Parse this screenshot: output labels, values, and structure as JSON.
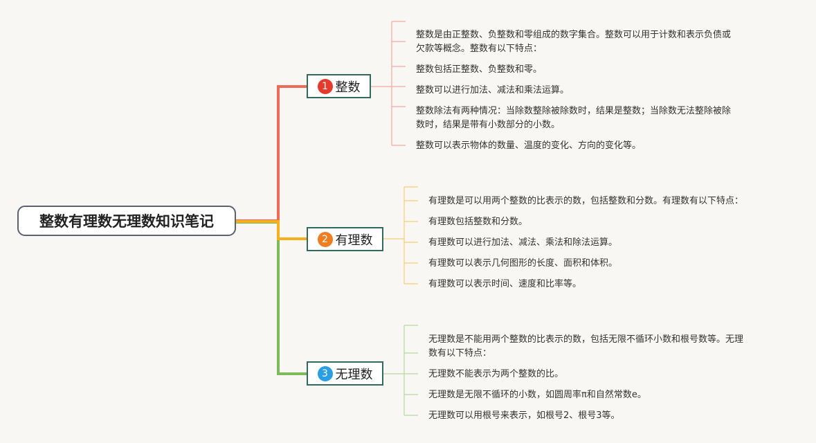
{
  "title": "整数有理数无理数知识笔记",
  "colors": {
    "branch1": "#f06a5a",
    "branch2": "#f6b01e",
    "branch3": "#7dbb5a",
    "num1": "#e53b2c",
    "num2": "#ef7d22",
    "num3": "#2a9ee2"
  },
  "branches": [
    {
      "number": "1",
      "label": "整数",
      "items": [
        "整数是由正整数、负整数和零组成的数字集合。整数可以用于计数和表示负债或",
        "欠款等概念。整数有以下特点：",
        "整数包括正整数、负整数和零。",
        "整数可以进行加法、减法和乘法运算。",
        "整数除法有两种情况：当除数整除被除数时，结果是整数；当除数无法整除被除",
        "数时，结果是带有小数部分的小数。",
        "整数可以表示物体的数量、温度的变化、方向的变化等。"
      ]
    },
    {
      "number": "2",
      "label": "有理数",
      "items": [
        "有理数是可以用两个整数的比表示的数，包括整数和分数。有理数有以下特点：",
        "有理数包括整数和分数。",
        "有理数可以进行加法、减法、乘法和除法运算。",
        "有理数可以表示几何图形的长度、面积和体积。",
        "有理数可以表示时间、速度和比率等。"
      ]
    },
    {
      "number": "3",
      "label": "无理数",
      "items": [
        "无理数是不能用两个整数的比表示的数，包括无限不循环小数和根号数等。无理",
        "数有以下特点：",
        "无理数不能表示为两个整数的比。",
        "无理数是无限不循环的小数，如圆周率π和自然常数e。",
        "无理数可以用根号来表示，如根号2、根号3等。"
      ]
    }
  ]
}
